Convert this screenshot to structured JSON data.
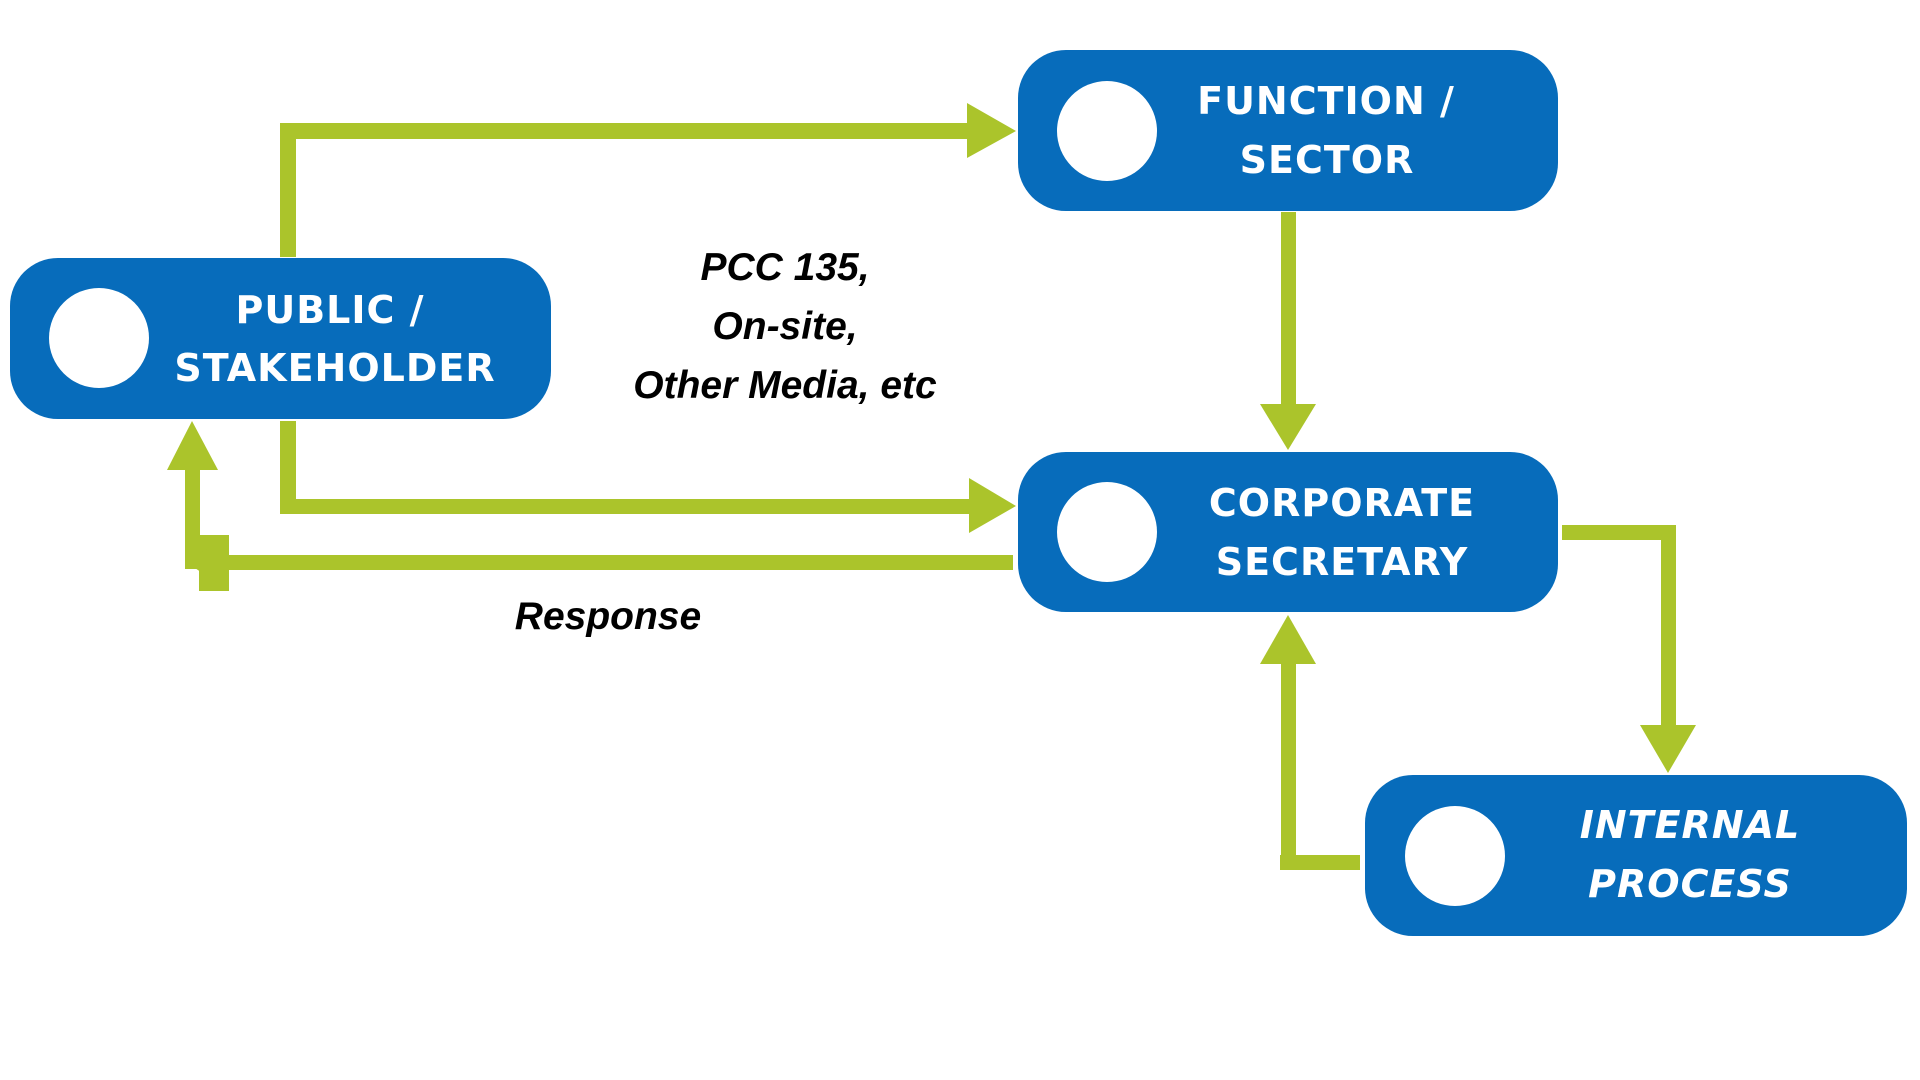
{
  "diagram": {
    "colors": {
      "node_fill": "#076CBB",
      "node_text": "#FFFFFF",
      "connector": "#ABC42B",
      "annotation_text": "#000000"
    },
    "nodes": {
      "public": {
        "line1": "PUBLIC /",
        "line2": "STAKEHOLDER",
        "icon": "circle-icon"
      },
      "function": {
        "line1": "FUNCTION /",
        "line2": "SECTOR",
        "icon": "circle-icon"
      },
      "corporate": {
        "line1": "CORPORATE",
        "line2": "SECRETARY",
        "icon": "circle-icon"
      },
      "internal": {
        "line1": "INTERNAL",
        "line2": "PROCESS",
        "icon": "circle-icon"
      }
    },
    "annotations": {
      "channels": {
        "line1": "PCC 135,",
        "line2": "On-site,",
        "line3": "Other Media, etc"
      },
      "response": "Response"
    },
    "edges": [
      {
        "from": "public",
        "to": "function"
      },
      {
        "from": "public",
        "to": "corporate"
      },
      {
        "from": "corporate",
        "to": "public",
        "label": "Response"
      },
      {
        "from": "function",
        "to": "corporate"
      },
      {
        "from": "corporate",
        "to": "internal"
      },
      {
        "from": "internal",
        "to": "corporate"
      }
    ]
  }
}
